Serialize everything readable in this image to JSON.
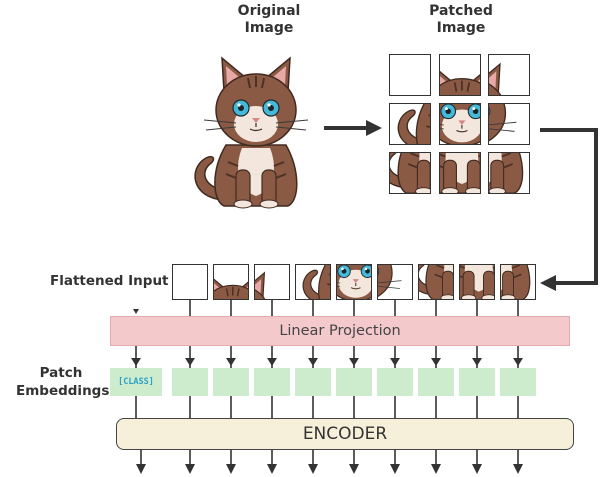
{
  "labels": {
    "original_image": "Original\nImage",
    "patched_image": "Patched\nImage",
    "flattened_input": "Flattened Input",
    "patch_embeddings": "Patch\nEmbeddings"
  },
  "blocks": {
    "linear_projection": "Linear Projection",
    "class_token": "[CLASS]",
    "encoder": "ENCODER"
  },
  "colors": {
    "linear_projection": "#f4c9cc",
    "patch_embedding": "#cdeccd",
    "class_token_text": "#2a9fc4",
    "encoder": "#f6f0da",
    "arrow": "#333333",
    "cat_fur": "#8a5a44",
    "cat_light": "#f3e6dc",
    "cat_eye": "#46b8d8"
  },
  "icons": {
    "original": "cat-icon",
    "patches": "cat-patch-icon"
  }
}
